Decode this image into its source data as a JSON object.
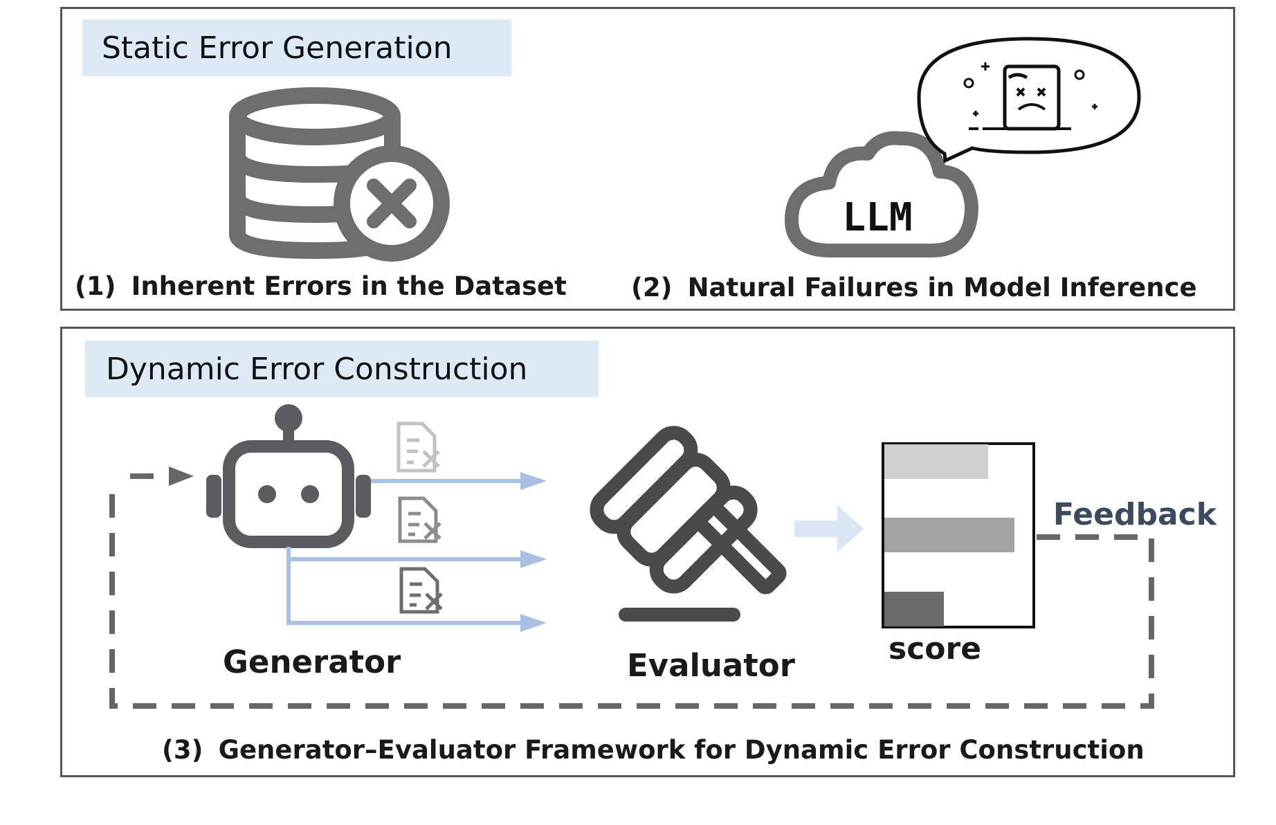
{
  "colors": {
    "panel_border": "#555555",
    "title_fill": "#dde9f5",
    "icon_gray": "#6e6e6e",
    "icon_dark": "#4a4a4a",
    "arrow_blue": "#a9c0e2",
    "feedback_text": "#3c4a5e"
  },
  "static_panel": {
    "title": "Static Error Generation",
    "items": [
      {
        "num": "(1)",
        "text": "Inherent Errors in the Dataset",
        "icon": "database-error-icon"
      },
      {
        "num": "(2)",
        "text": "Natural Failures in Model Inference",
        "icon": "llm-cloud-icon"
      }
    ],
    "llm_label": "LLM"
  },
  "dynamic_panel": {
    "title": "Dynamic Error Construction",
    "generator_label": "Generator",
    "evaluator_label": "Evaluator",
    "score_label": "score",
    "feedback_label": "Feedback",
    "caption": {
      "num": "(3)",
      "text": "Generator–Evaluator Framework for Dynamic Error Construction"
    },
    "score_bars": [
      {
        "value": 0.7,
        "color": "#d0d0d0"
      },
      {
        "value": 0.88,
        "color": "#a3a3a3"
      },
      {
        "value": 0.4,
        "color": "#6a6a6a"
      }
    ],
    "icons": [
      "robot-icon",
      "document-error-icon",
      "gavel-icon",
      "score-chart-icon"
    ]
  }
}
